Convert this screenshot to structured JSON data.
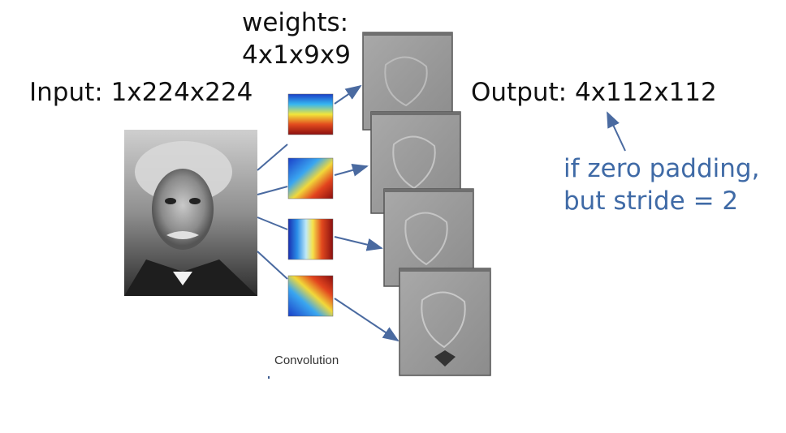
{
  "input_label": "Input: 1x224x224",
  "weights_label_line1": "weights:",
  "weights_label_line2": "4x1x9x9",
  "output_label": "Output: 4x112x112",
  "note_line1": "if zero padding,",
  "note_line2": "but stride = 2",
  "figure_caption": "Convolution",
  "colors": {
    "note": "#3f6aa6",
    "arrow": "#4a6aa0",
    "text": "#111111"
  },
  "filters": [
    {
      "pattern": "horizontal-bands",
      "name": "filter-1"
    },
    {
      "pattern": "diagonal-lower-right",
      "name": "filter-2"
    },
    {
      "pattern": "vertical-bands",
      "name": "filter-3"
    },
    {
      "pattern": "diagonal-upper-left",
      "name": "filter-4"
    }
  ],
  "feature_map_count": 4
}
